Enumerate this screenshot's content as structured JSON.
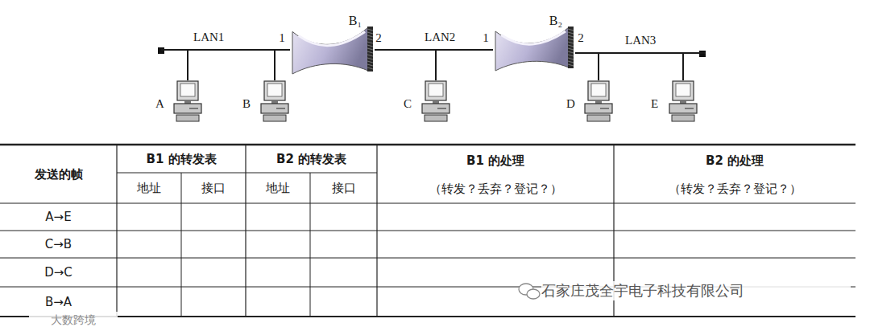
{
  "diagram": {
    "nodes": [
      {
        "text": [
          "LAN1"
        ]
      },
      {
        "text": [
          "B₁"
        ]
      },
      {
        "text": [
          "LAN2"
        ]
      },
      {
        "text": [
          "B₂"
        ]
      },
      {
        "text": [
          "LAN3"
        ]
      },
      {
        "text": [
          "A"
        ]
      },
      {
        "text": [
          "B"
        ]
      },
      {
        "text": [
          "C"
        ]
      },
      {
        "text": [
          "D"
        ]
      },
      {
        "text": [
          "E"
        ]
      }
    ],
    "edges": [
      {
        "from": 5,
        "to": 0,
        "arrow": "none"
      },
      {
        "from": 6,
        "to": 0,
        "arrow": "none"
      },
      {
        "from": 0,
        "to": 1,
        "arrow": "none"
      },
      {
        "from": 1,
        "to": 2,
        "arrow": "none"
      },
      {
        "from": 7,
        "to": 2,
        "arrow": "none"
      },
      {
        "from": 2,
        "to": 3,
        "arrow": "none"
      },
      {
        "from": 3,
        "to": 4,
        "arrow": "none"
      },
      {
        "from": 8,
        "to": 4,
        "arrow": "none"
      },
      {
        "from": 9,
        "to": 4,
        "arrow": "none"
      }
    ],
    "labels": [
      "1",
      "2",
      "1",
      "2",
      "发送的帧",
      "B1 的转发表",
      "B2 的转发表",
      "B1 的处理",
      "（转发？丢弃？登记？）",
      "B2 的处理",
      "（转发？丢弃？登记？）",
      "地址",
      "接口",
      "地址",
      "接口",
      "A→E",
      "C→B",
      "D→C",
      "B→A",
      "石家庄茂全宇电子科技有限公司",
      "大数跨境"
    ]
  }
}
